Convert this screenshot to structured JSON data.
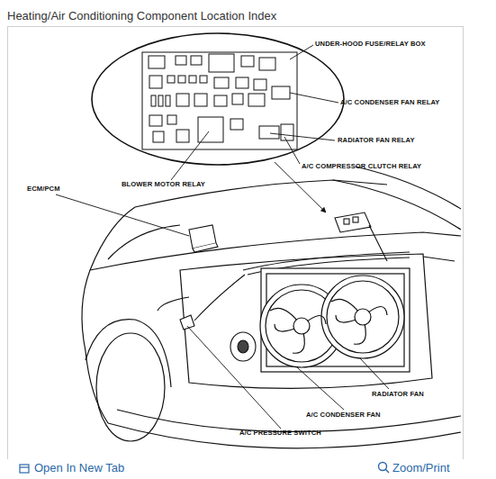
{
  "diagram": {
    "title": "Heating/Air Conditioning Component Location Index",
    "labels": [
      "UNDER-HOOD FUSE/RELAY BOX",
      "A/C CONDENSER FAN RELAY",
      "RADIATOR FAN RELAY",
      "A/C COMPRESSOR CLUTCH RELAY",
      "BLOWER MOTOR RELAY",
      "ECM/PCM",
      "RADIATOR FAN",
      "A/C CONDENSER FAN",
      "A/C PRESSURE SWITCH",
      "Open In New Tab",
      "Zoom/Print"
    ]
  }
}
